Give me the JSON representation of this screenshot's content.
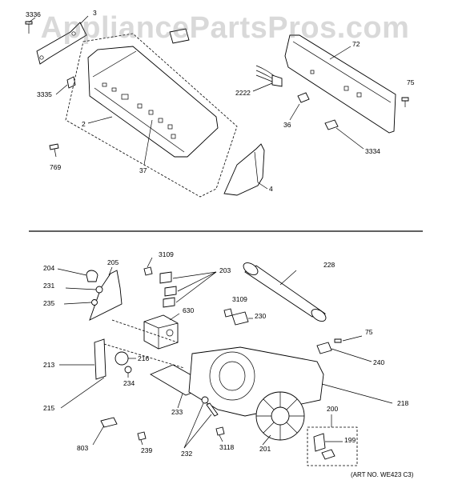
{
  "watermark": "AppliancePartsPros.com",
  "art_number": "(ART NO. WE423 C3)",
  "top_callouts": [
    "3336",
    "3",
    "3335",
    "2",
    "769",
    "37",
    "4",
    "2222",
    "72",
    "75",
    "36",
    "3334"
  ],
  "bottom_callouts": [
    "204",
    "205",
    "3109",
    "203",
    "228",
    "231",
    "235",
    "630",
    "3109",
    "230",
    "213",
    "216",
    "234",
    "75",
    "240",
    "215",
    "233",
    "218",
    "200",
    "199",
    "803",
    "239",
    "232",
    "3118",
    "201"
  ]
}
